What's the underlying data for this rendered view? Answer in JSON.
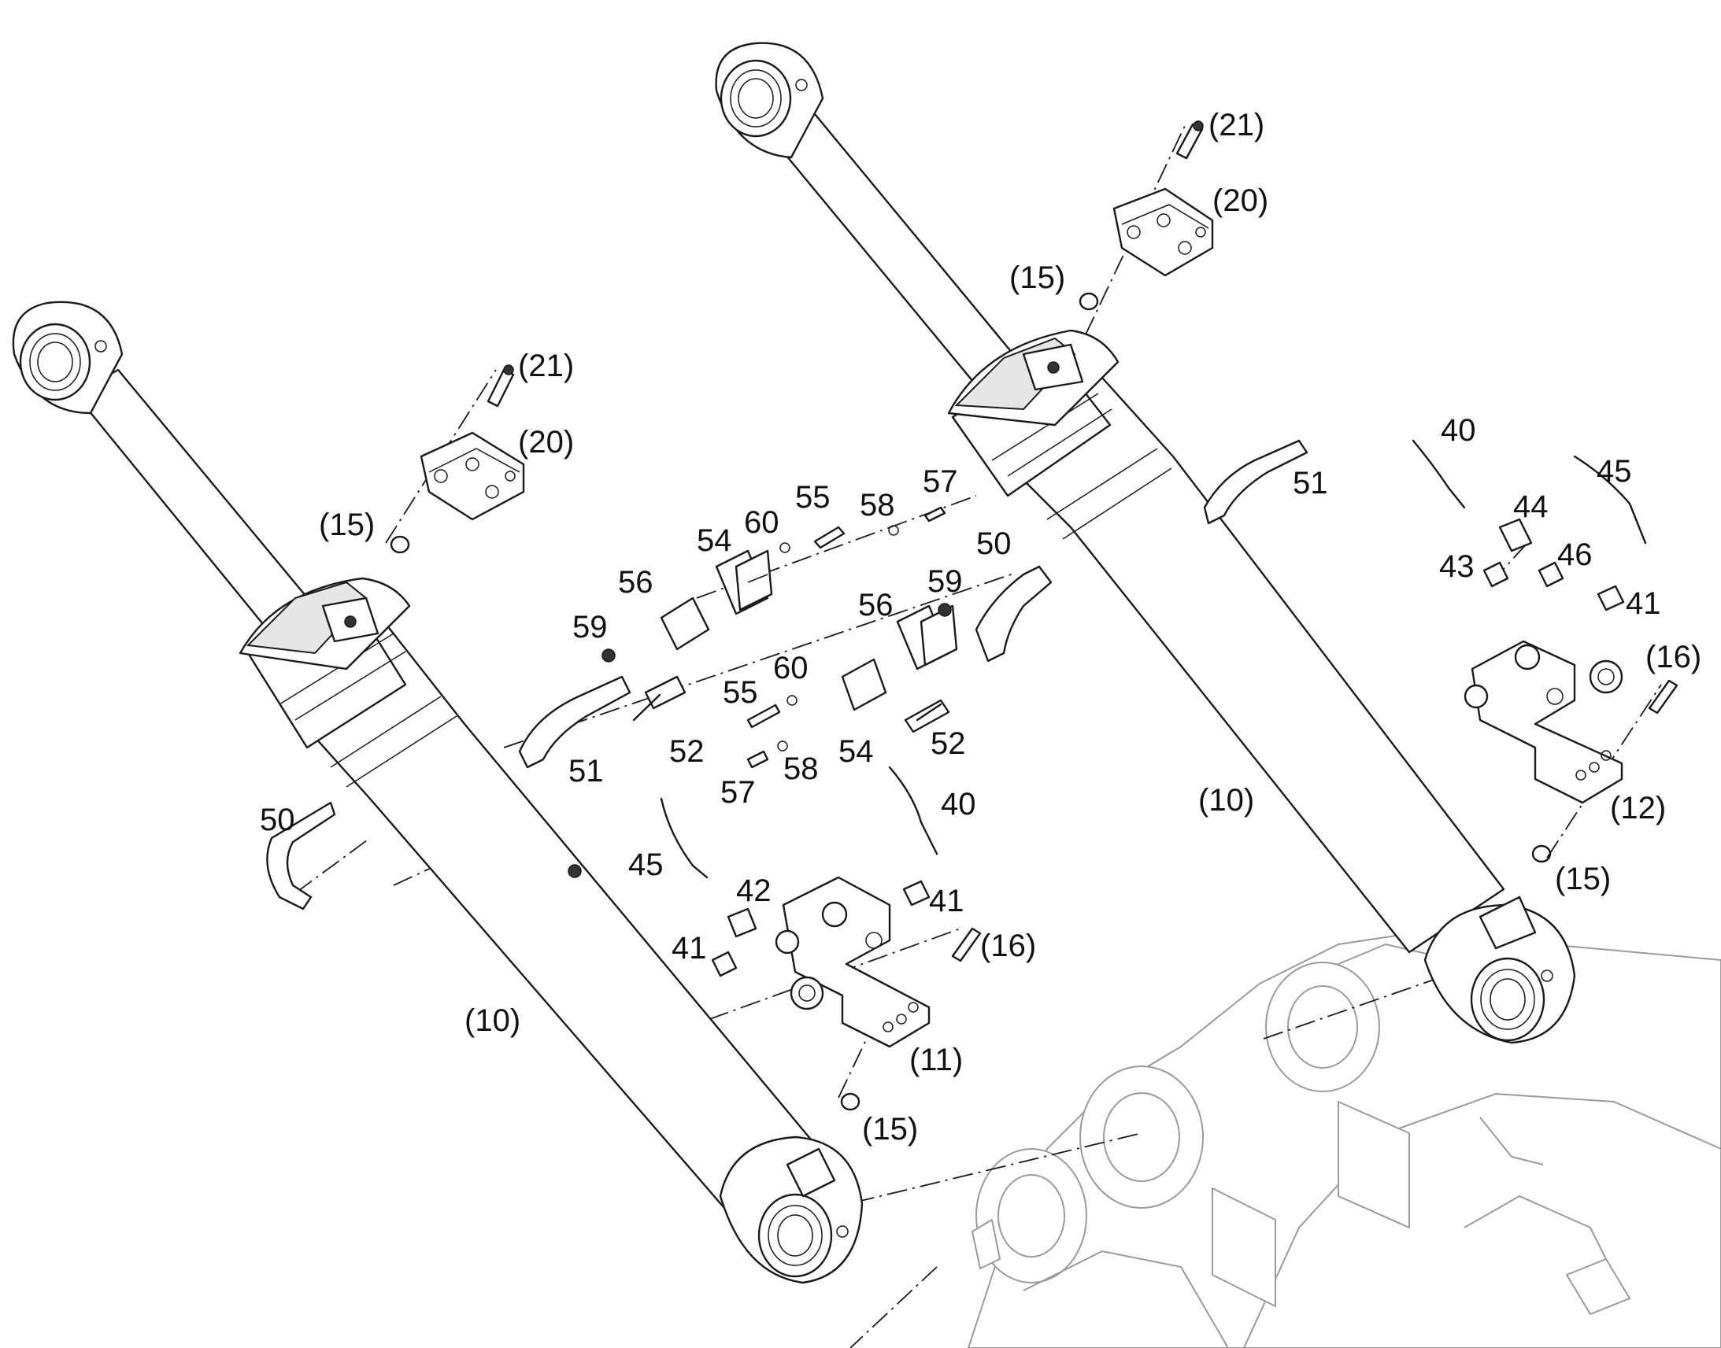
{
  "labels": {
    "l10a": "(10)",
    "l10b": "(10)",
    "l11": "(11)",
    "l12": "(12)",
    "l15a": "(15)",
    "l15b": "(15)",
    "l15c": "(15)",
    "l15d": "(15)",
    "l16a": "(16)",
    "l16b": "(16)",
    "l20a": "(20)",
    "l20b": "(20)",
    "l21a": "(21)",
    "l21b": "(21)",
    "l40a": "40",
    "l40b": "40",
    "l41a": "41",
    "l41b": "41",
    "l41c": "41",
    "l42": "42",
    "l43": "43",
    "l44": "44",
    "l45a": "45",
    "l45b": "45",
    "l46": "46",
    "l50a": "50",
    "l50b": "50",
    "l51a": "51",
    "l51b": "51",
    "l52a": "52",
    "l52b": "52",
    "l54a": "54",
    "l54b": "54",
    "l55a": "55",
    "l55b": "55",
    "l56a": "56",
    "l56b": "56",
    "l57a": "57",
    "l57b": "57",
    "l58a": "58",
    "l58b": "58",
    "l59a": "59",
    "l59b": "59",
    "l60a": "60",
    "l60b": "60"
  }
}
